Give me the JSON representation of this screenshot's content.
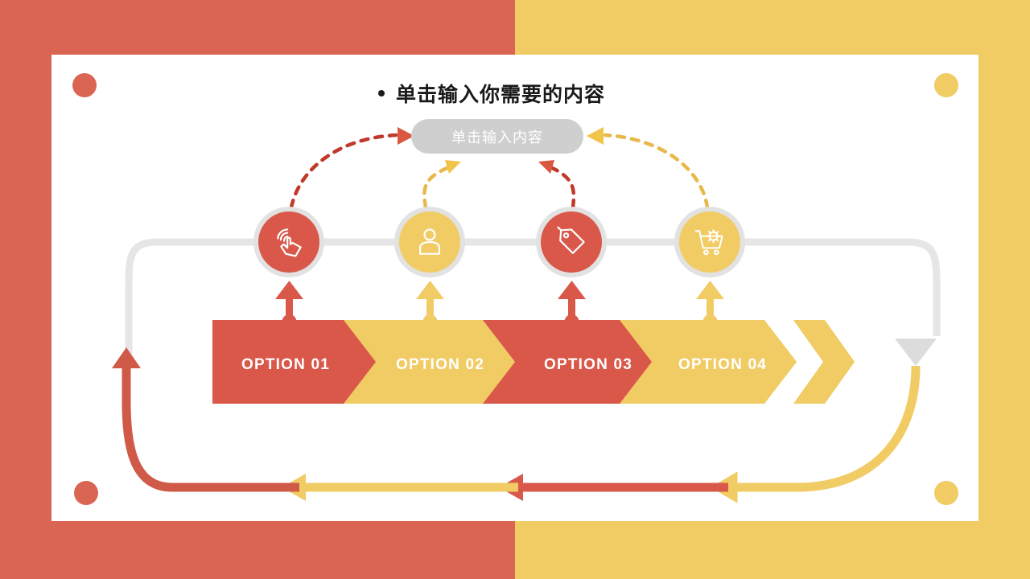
{
  "slide": {
    "title": "单击输入你需要的内容",
    "title_bullet": "bullet-dot",
    "center_pill_label": "单击输入内容"
  },
  "colors": {
    "background_left": "#d96552",
    "background_right": "#f1cb64",
    "card": "#ffffff",
    "red": "#d9584a",
    "red_dark": "#d05a48",
    "yellow": "#f1cb64",
    "gray_track": "#e6e6e6",
    "gray_pill": "#cfcfcf",
    "text_dark": "#1a1a1a",
    "text_light": "#ffffff"
  },
  "nodes": [
    {
      "index": "01",
      "icon": "click-hand-icon",
      "color": "red",
      "dash_color": "#c0392b"
    },
    {
      "index": "02",
      "icon": "user-person-icon",
      "color": "yellow",
      "dash_color": "#e8b94a"
    },
    {
      "index": "03",
      "icon": "price-tag-icon",
      "color": "red",
      "dash_color": "#c0392b"
    },
    {
      "index": "04",
      "icon": "cart-gear-icon",
      "color": "yellow",
      "dash_color": "#e8b94a"
    }
  ],
  "chevrons": [
    {
      "label": "OPTION 01",
      "color": "red"
    },
    {
      "label": "OPTION 02",
      "color": "yellow"
    },
    {
      "label": "OPTION 03",
      "color": "red"
    },
    {
      "label": "OPTION 04",
      "color": "yellow"
    }
  ],
  "corner_dots": [
    {
      "position": "top-left",
      "color": "#d96552"
    },
    {
      "position": "top-right",
      "color": "#f1cb64"
    },
    {
      "position": "bottom-left",
      "color": "#d96552"
    },
    {
      "position": "bottom-right",
      "color": "#f1cb64"
    }
  ],
  "loop": {
    "track_color": "#e6e6e6",
    "return_arrow_segments": [
      "red",
      "yellow",
      "red",
      "yellow"
    ],
    "direction": "counter-clockwise"
  }
}
